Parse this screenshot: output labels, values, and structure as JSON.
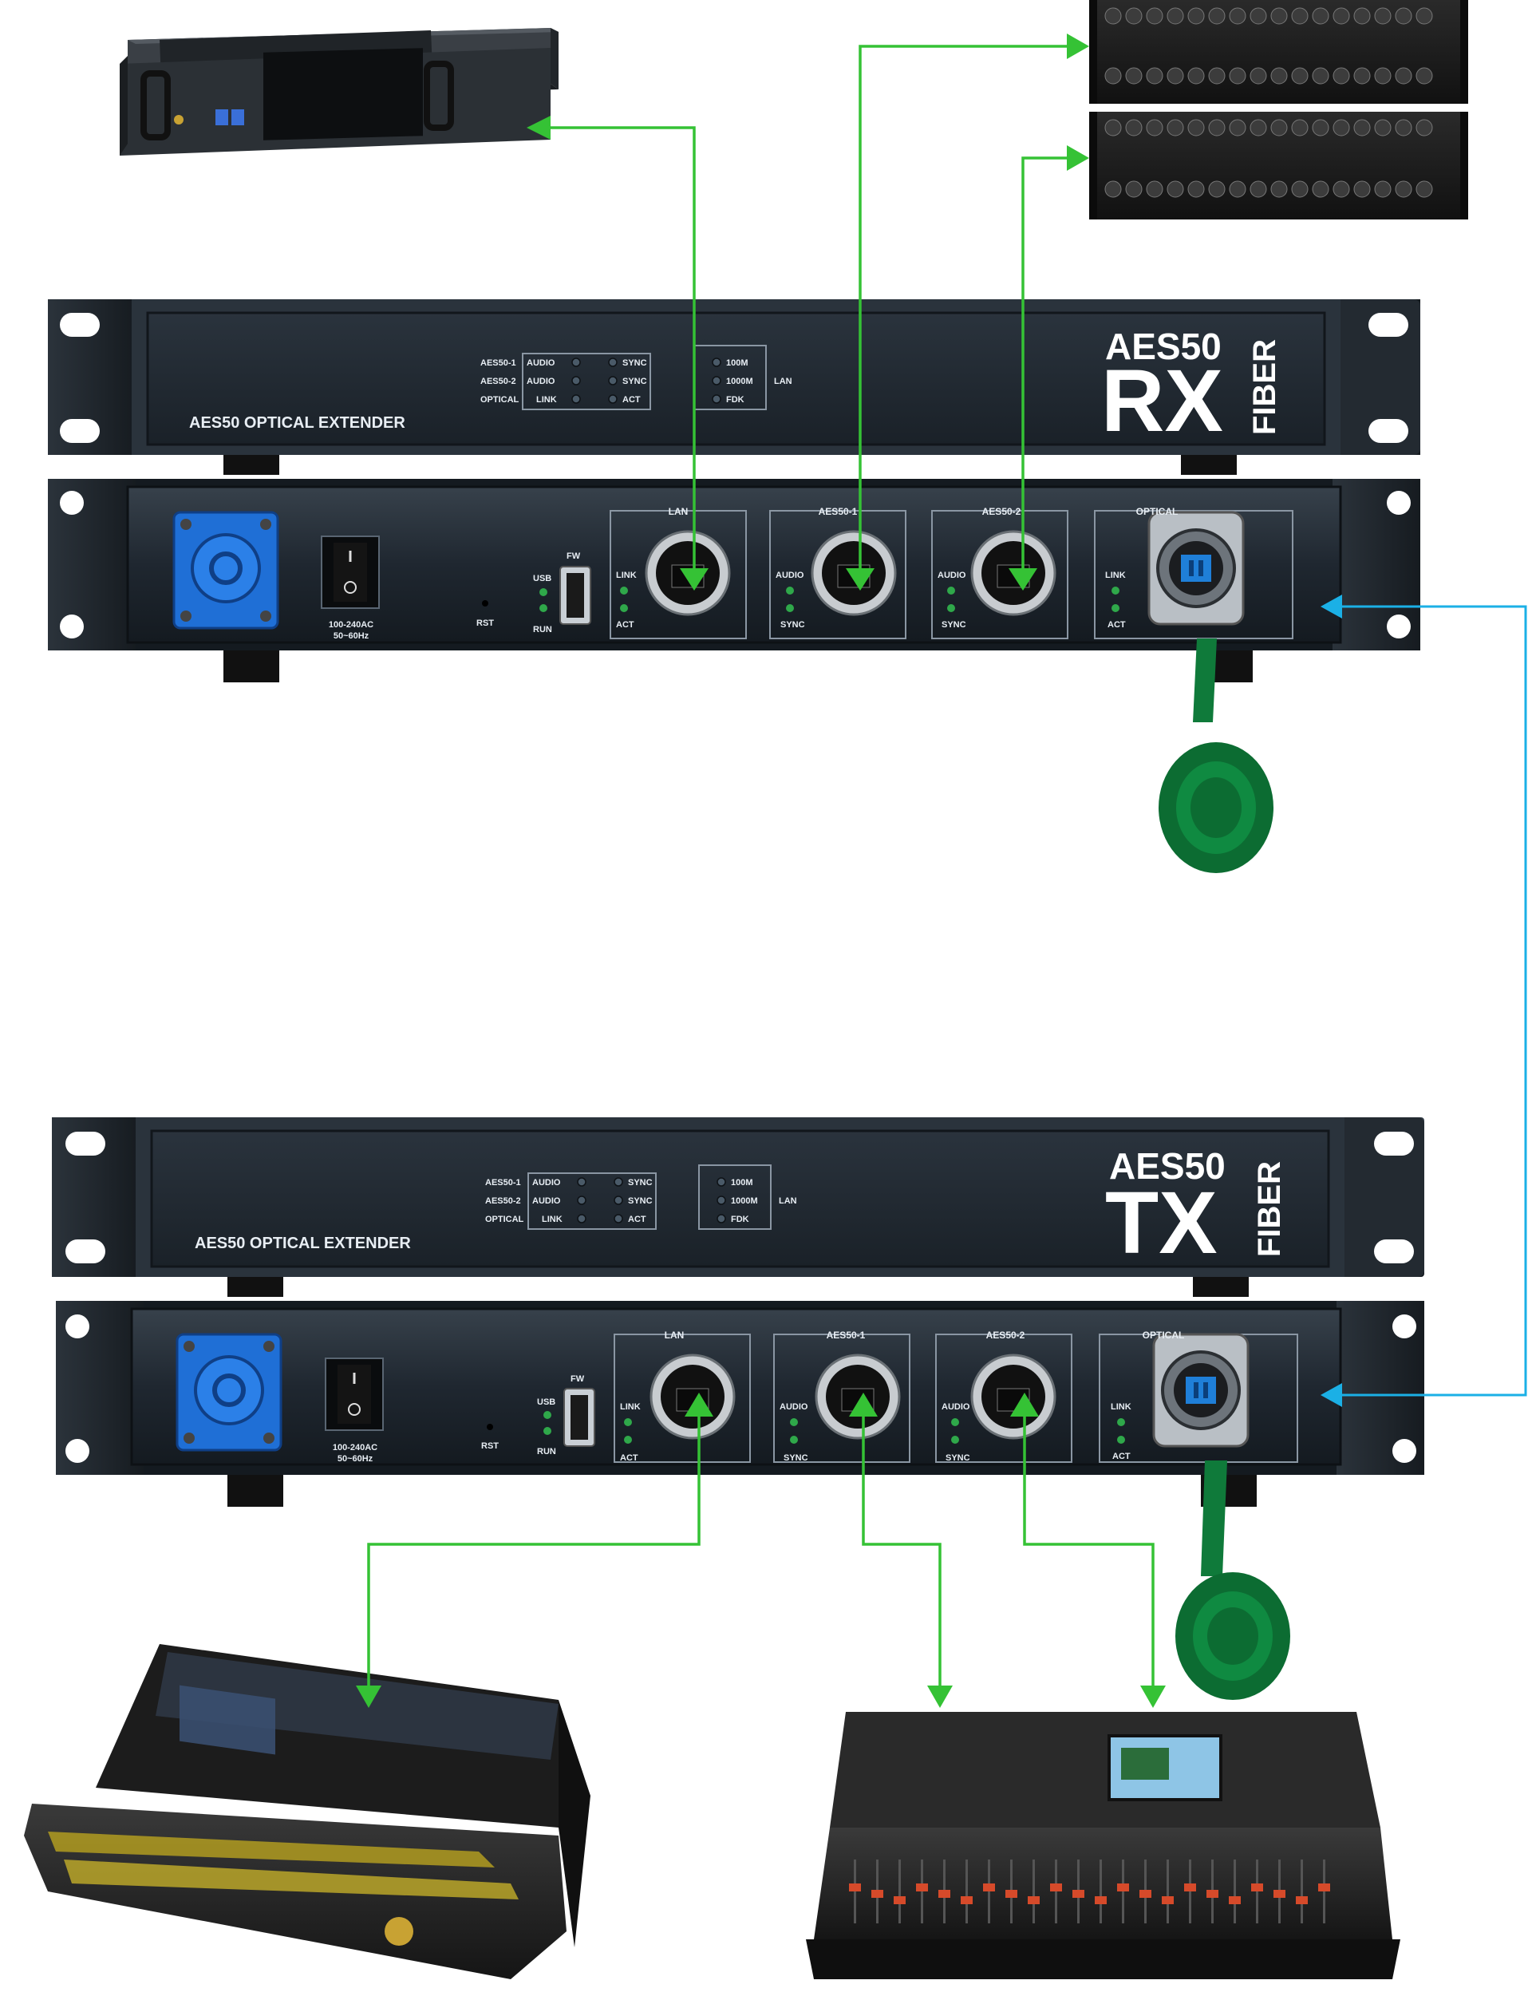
{
  "rx_unit": {
    "product": "AES50 OPTICAL EXTENDER",
    "model_top": "AES50",
    "model_big": "RX",
    "model_side": "FIBER",
    "indicators": {
      "rows": [
        "AES50-1",
        "AES50-2",
        "OPTICAL"
      ],
      "left_col": [
        "AUDIO",
        "AUDIO",
        "LINK"
      ],
      "right_col": [
        "SYNC",
        "SYNC",
        "ACT"
      ],
      "lan_col": [
        "100M",
        "1000M",
        "FDK"
      ],
      "lan_label": "LAN"
    },
    "rear": {
      "power_rating": "100-240AC",
      "power_freq": "50~60Hz",
      "rst": "RST",
      "usb": "USB",
      "run": "RUN",
      "fw": "FW",
      "lan_port": {
        "title": "LAN",
        "led1": "LINK",
        "led2": "ACT"
      },
      "aes_port_1": {
        "title": "AES50-1",
        "led1": "AUDIO",
        "led2": "SYNC"
      },
      "aes_port_2": {
        "title": "AES50-2",
        "led1": "AUDIO",
        "led2": "SYNC"
      },
      "optical_port": {
        "title": "OPTICAL",
        "led1": "LINK",
        "led2": "ACT"
      }
    }
  },
  "tx_unit": {
    "product": "AES50 OPTICAL EXTENDER",
    "model_top": "AES50",
    "model_big": "TX",
    "model_side": "FIBER",
    "indicators": {
      "rows": [
        "AES50-1",
        "AES50-2",
        "OPTICAL"
      ],
      "left_col": [
        "AUDIO",
        "AUDIO",
        "LINK"
      ],
      "right_col": [
        "SYNC",
        "SYNC",
        "ACT"
      ],
      "lan_col": [
        "100M",
        "1000M",
        "FDK"
      ],
      "lan_label": "LAN"
    },
    "rear": {
      "power_rating": "100-240AC",
      "power_freq": "50~60Hz",
      "rst": "RST",
      "usb": "USB",
      "run": "RUN",
      "fw": "FW",
      "lan_port": {
        "title": "LAN",
        "led1": "LINK",
        "led2": "ACT"
      },
      "aes_port_1": {
        "title": "AES50-1",
        "led1": "AUDIO",
        "led2": "SYNC"
      },
      "aes_port_2": {
        "title": "AES50-2",
        "led1": "AUDIO",
        "led2": "SYNC"
      },
      "optical_port": {
        "title": "OPTICAL",
        "led1": "LINK",
        "led2": "ACT"
      }
    }
  },
  "connections": [
    {
      "from": "rx-lan-port",
      "to": "media-server",
      "kind": "copper"
    },
    {
      "from": "rx-aes50-1-port",
      "to": "stagebox-1",
      "kind": "copper"
    },
    {
      "from": "rx-aes50-2-port",
      "to": "stagebox-2",
      "kind": "copper"
    },
    {
      "from": "rx-optical-port",
      "to": "tx-optical-port",
      "kind": "fiber"
    },
    {
      "from": "tx-lan-port",
      "to": "lighting-console",
      "kind": "copper"
    },
    {
      "from": "tx-aes50-1-port",
      "to": "mixing-console",
      "kind": "copper"
    },
    {
      "from": "tx-aes50-2-port",
      "to": "mixing-console",
      "kind": "copper"
    }
  ],
  "colors": {
    "copper_link": "#35c235",
    "fiber_link": "#1bb0e6",
    "chassis": "#1f2730",
    "ear": "#20262c",
    "power_connector": "#1f6fd6",
    "dust_cap": "#0f7a3a",
    "panel_text": "#e8eef4"
  }
}
